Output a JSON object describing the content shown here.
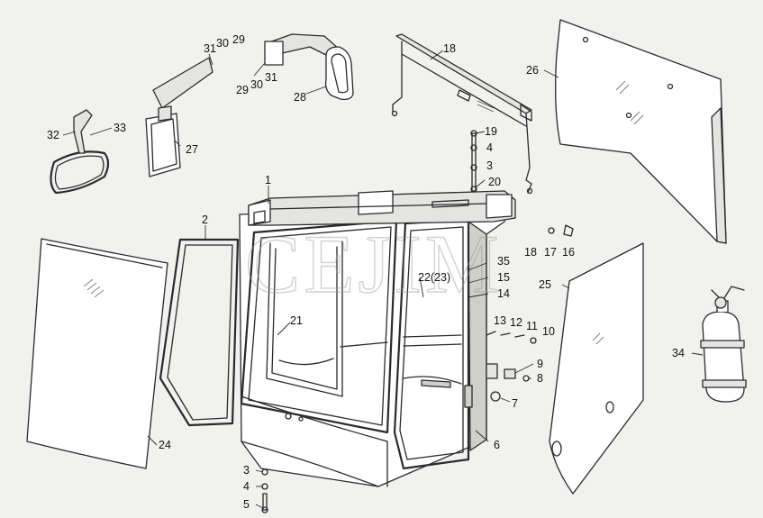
{
  "watermark": "CEJIM",
  "callouts": {
    "c1": "1",
    "c2": "2",
    "c3a": "3",
    "c3b": "3",
    "c4a": "4",
    "c4b": "4",
    "c5": "5",
    "c6": "6",
    "c7": "7",
    "c8": "8",
    "c9": "9",
    "c10": "10",
    "c11": "11",
    "c12": "12",
    "c13": "13",
    "c14": "14",
    "c15": "15",
    "c16": "16",
    "c17": "17",
    "c18a": "18",
    "c18b": "18",
    "c19": "19",
    "c20": "20",
    "c21": "21",
    "c22": "22(23)",
    "c24": "24",
    "c25": "25",
    "c26": "26",
    "c27": "27",
    "c28": "28",
    "c29a": "29",
    "c29b": "29",
    "c30a": "30",
    "c30b": "30",
    "c31a": "31",
    "c31b": "31",
    "c32": "32",
    "c33": "33",
    "c34": "34",
    "c35": "35"
  }
}
